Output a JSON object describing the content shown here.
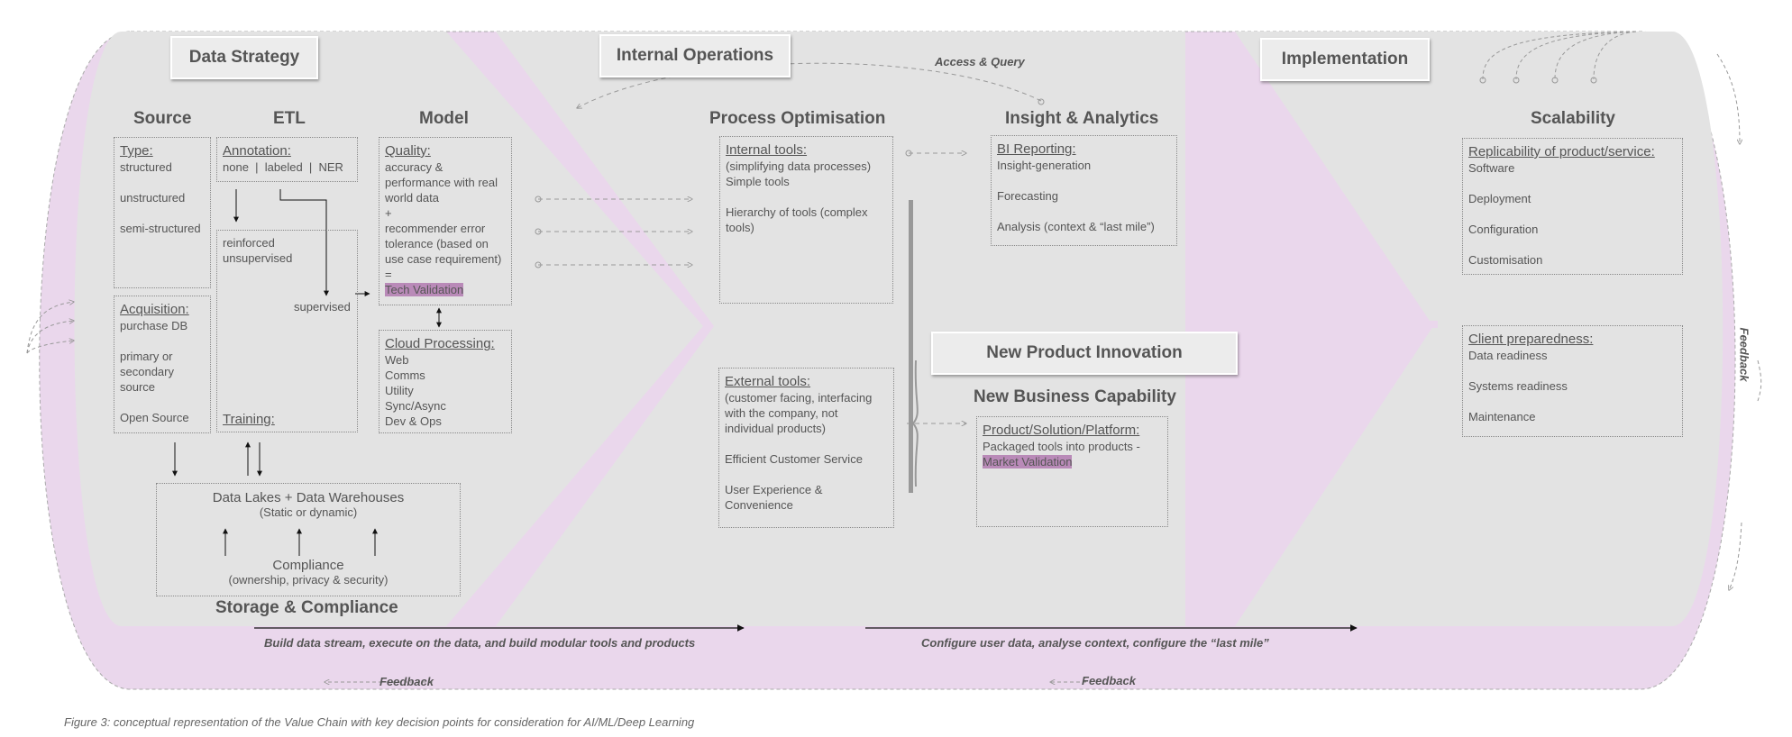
{
  "phases": {
    "data_strategy": "Data Strategy",
    "internal_operations": "Internal Operations",
    "implementation": "Implementation",
    "new_product_innovation": "New Product Innovation"
  },
  "headers": {
    "source": "Source",
    "etl": "ETL",
    "model": "Model",
    "process_optimisation": "Process Optimisation",
    "insight_analytics": "Insight & Analytics",
    "scalability": "Scalability",
    "new_business_capability": "New Business Capability",
    "storage_compliance": "Storage & Compliance"
  },
  "source_type": {
    "title": "Type:",
    "items": [
      "structured",
      "unstructured",
      "semi-structured"
    ]
  },
  "source_acquisition": {
    "title": "Acquisition:",
    "items": [
      "purchase DB",
      "primary or",
      "secondary",
      "source",
      "Open Source"
    ]
  },
  "etl_annotation": {
    "title": "Annotation:",
    "line": "none  |  labeled  |  NER"
  },
  "etl_training": {
    "items": [
      "reinforced",
      "unsupervised"
    ],
    "supervised": "supervised",
    "title": "Training:"
  },
  "model_quality": {
    "title": "Quality:",
    "items": [
      "accuracy &",
      "performance with real",
      "world data",
      "+",
      "recommender error",
      "tolerance (based on",
      "use case requirement)",
      "="
    ],
    "highlight": "Tech Validation"
  },
  "model_cloud": {
    "title": "Cloud Processing:",
    "items": [
      "Web",
      "Comms",
      "Utility",
      "Sync/Async",
      "Dev & Ops"
    ]
  },
  "storage": {
    "title": "Data Lakes + Data Warehouses",
    "subtitle": "(Static or dynamic)",
    "compliance": "Compliance",
    "compliance_sub": "(ownership, privacy & security)"
  },
  "internal_tools": {
    "title": "Internal tools:",
    "items": [
      "(simplifying data processes)",
      "Simple tools",
      "",
      "Hierarchy of tools (complex",
      "tools)"
    ]
  },
  "external_tools": {
    "title": "External tools:",
    "items": [
      "(customer facing, interfacing",
      "with the company, not",
      "individual products)",
      "",
      "Efficient Customer Service",
      "",
      "User Experience &",
      "Convenience"
    ]
  },
  "bi_reporting": {
    "title": "BI Reporting:",
    "items": [
      "Insight-generation",
      "Forecasting",
      "Analysis (context & “last mile”)"
    ]
  },
  "product_platform": {
    "title": "Product/Solution/Platform:",
    "line": "Packaged tools into products -",
    "highlight": "Market Validation"
  },
  "replicability": {
    "title": "Replicability of product/service:",
    "items": [
      "Software",
      "Deployment",
      "Configuration",
      "Customisation"
    ]
  },
  "client_preparedness": {
    "title": "Client preparedness:",
    "items": [
      "Data readiness",
      "Systems readiness",
      "Maintenance"
    ]
  },
  "notes": {
    "access_query": "Access & Query",
    "build_stream": "Build data stream, execute on the data, and build modular tools and products",
    "configure_user": "Configure user data, analyse context, configure the “last mile”",
    "feedback_left": "Feedback",
    "feedback_right": "Feedback",
    "feedback_side": "Feedback"
  },
  "caption": "Figure 3: conceptual representation of the Value Chain with key decision points for consideration for AI/ML/Deep Learning",
  "colors": {
    "pink": "#ead7ec",
    "grey": "#e3e3e3",
    "highlight": "#b98ab8",
    "text": "#555555"
  }
}
